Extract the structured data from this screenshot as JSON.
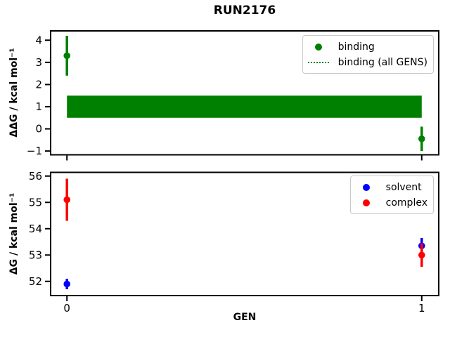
{
  "figure": {
    "title": "RUN2176"
  },
  "colors": {
    "binding": "#008000",
    "solvent": "#0000ff",
    "complex": "#ff0000",
    "axis": "#000000",
    "legend_border": "#c9c9c9"
  },
  "chart_data": [
    {
      "type": "scatter",
      "title": "",
      "xlabel": "",
      "ylabel": "ΔΔG / kcal mol⁻¹",
      "xlim": [
        -0.046,
        1.048
      ],
      "ylim": [
        -1.17,
        4.42
      ],
      "yticks": [
        4,
        3,
        2,
        1,
        0,
        -1
      ],
      "xticks": [
        0,
        1
      ],
      "xticklabels": [],
      "grid": false,
      "legend_position": "upper right",
      "series": [
        {
          "name": "binding",
          "marker": "circle",
          "color": "#008000",
          "x": [
            0,
            1
          ],
          "y": [
            3.3,
            -0.45
          ],
          "yerr": [
            0.9,
            0.55
          ]
        }
      ],
      "band": {
        "name": "binding (all GENS)",
        "color": "#008000",
        "legend_marker": "dotted-line",
        "x_range": [
          0,
          1
        ],
        "y_range": [
          0.5,
          1.5
        ]
      }
    },
    {
      "type": "scatter",
      "title": "",
      "xlabel": "GEN",
      "ylabel": "ΔG / kcal mol⁻¹",
      "xlim": [
        -0.046,
        1.048
      ],
      "ylim": [
        51.46,
        56.14
      ],
      "yticks": [
        56,
        55,
        54,
        53,
        52
      ],
      "xticks": [
        0,
        1
      ],
      "xticklabels": [
        "0",
        "1"
      ],
      "grid": false,
      "legend_position": "upper right",
      "series": [
        {
          "name": "solvent",
          "marker": "circle",
          "color": "#0000ff",
          "x": [
            0,
            1
          ],
          "y": [
            51.9,
            53.35
          ],
          "yerr": [
            0.2,
            0.3
          ]
        },
        {
          "name": "complex",
          "marker": "circle",
          "color": "#ff0000",
          "x": [
            0,
            1
          ],
          "y": [
            55.1,
            53.0
          ],
          "yerr": [
            0.8,
            0.45
          ]
        }
      ]
    }
  ]
}
